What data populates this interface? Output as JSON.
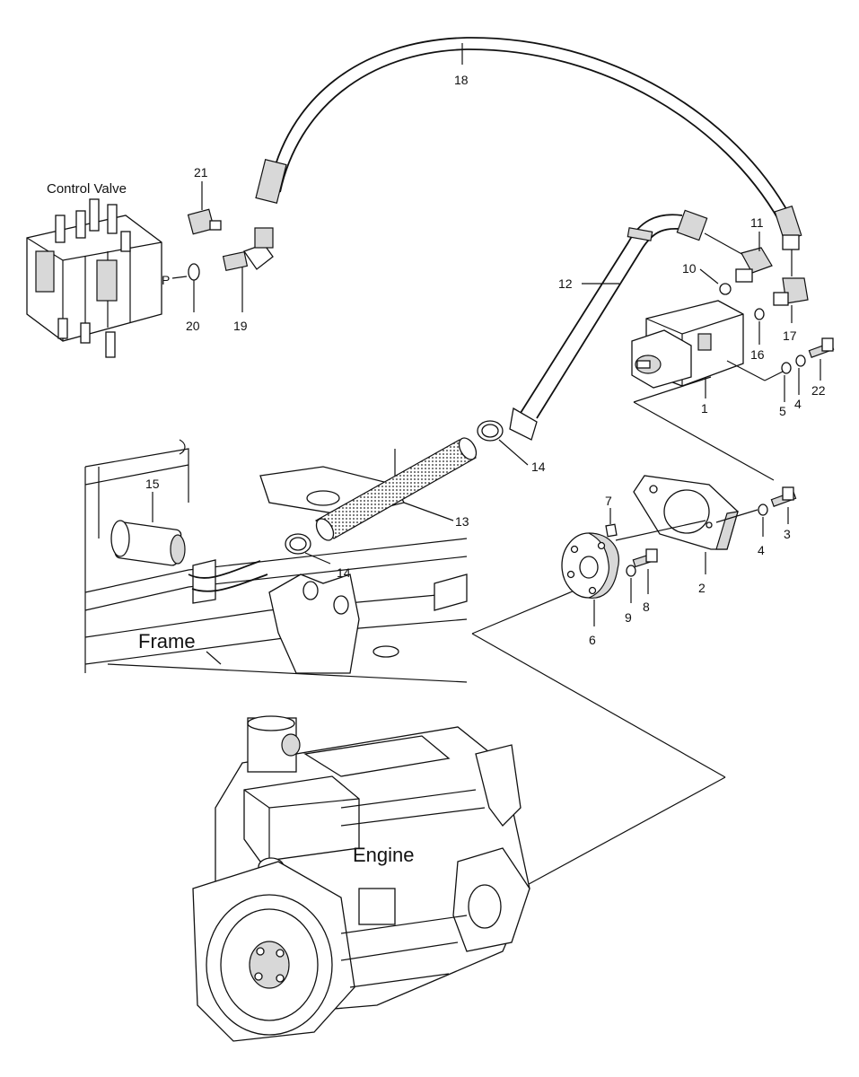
{
  "labels": {
    "control_valve": "Control Valve",
    "frame": "Frame",
    "engine": "Engine",
    "port_p": "P"
  },
  "parts": {
    "p1": "1",
    "p2": "2",
    "p3": "3",
    "p4a": "4",
    "p4b": "4",
    "p5": "5",
    "p6": "6",
    "p7": "7",
    "p8": "8",
    "p9": "9",
    "p10": "10",
    "p11": "11",
    "p12": "12",
    "p13": "13",
    "p14a": "14",
    "p14b": "14",
    "p15": "15",
    "p16": "16",
    "p17": "17",
    "p18": "18",
    "p19": "19",
    "p20": "20",
    "p21": "21",
    "p22": "22"
  },
  "colors": {
    "line": "#111111",
    "background": "#ffffff"
  }
}
